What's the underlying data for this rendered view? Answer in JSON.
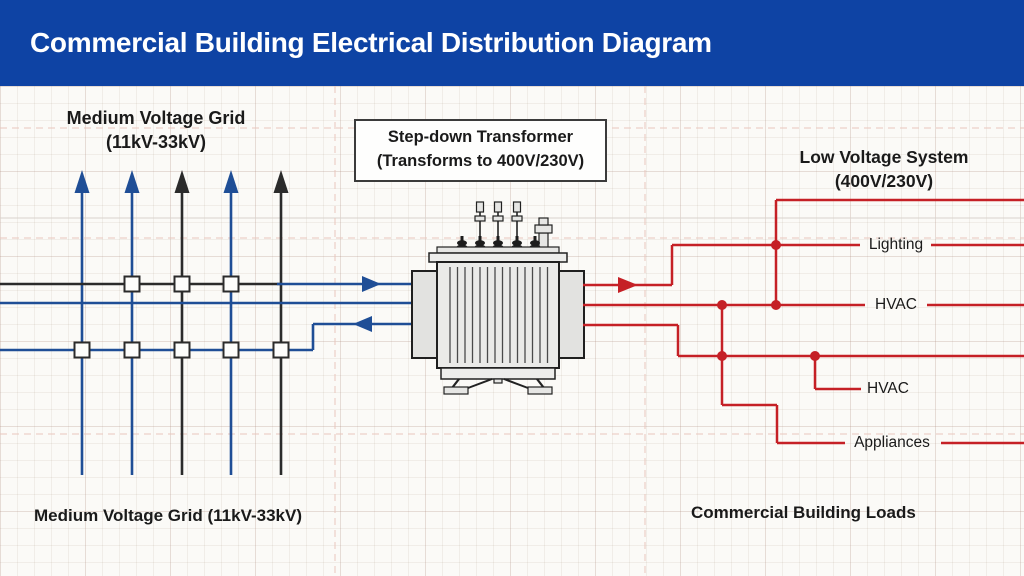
{
  "header": {
    "title": "Commercial Building Electrical Distribution Diagram"
  },
  "mv_grid": {
    "title_line1": "Medium Voltage Grid",
    "title_line2": "(11kV-33kV)",
    "bottom_label": "Medium Voltage Grid (11kV-33kV)"
  },
  "transformer": {
    "label_line1": "Step-down Transformer",
    "label_line2": "(Transforms to 400V/230V)"
  },
  "lv_system": {
    "title_line1": "Low Voltage System",
    "title_line2": "(400V/230V)",
    "bottom_label": "Commercial Building Loads"
  },
  "loads": {
    "load1": "Lighting",
    "load2": "HVAC",
    "load3": "HVAC",
    "load4": "Appliances"
  },
  "colors": {
    "header_bg": "#0E43A4",
    "mv_line_blue": "#1F4E96",
    "mv_line_black": "#2B2B2B",
    "lv_line_red": "#C52026",
    "paper_bg": "#FBFAF7"
  }
}
